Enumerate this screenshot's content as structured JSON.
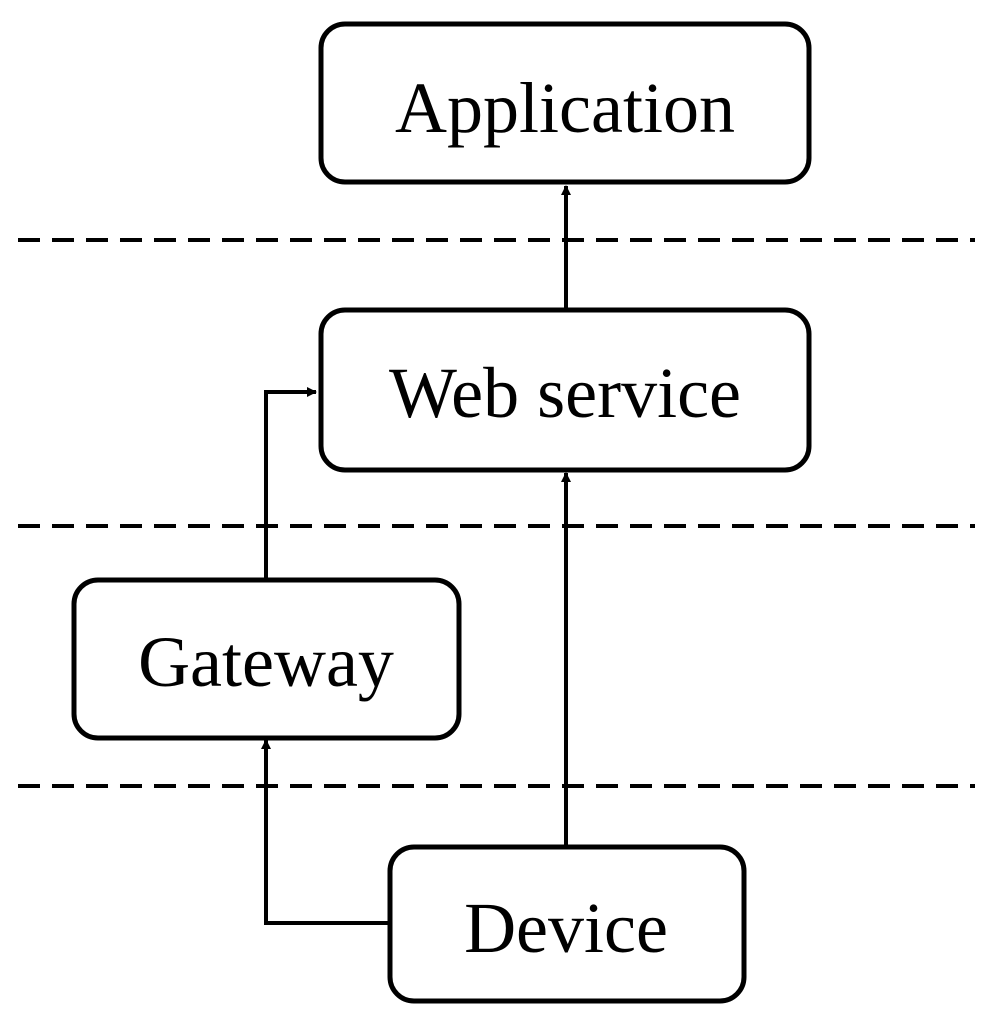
{
  "diagram": {
    "nodes": {
      "application": {
        "label": "Application"
      },
      "web_service": {
        "label": "Web service"
      },
      "gateway": {
        "label": "Gateway"
      },
      "device": {
        "label": "Device"
      }
    },
    "edges": [
      {
        "from": "web_service",
        "to": "application"
      },
      {
        "from": "gateway",
        "to": "web_service"
      },
      {
        "from": "device",
        "to": "web_service"
      },
      {
        "from": "device",
        "to": "gateway"
      }
    ],
    "layer_dividers": 3,
    "colors": {
      "stroke": "#000000",
      "background": "#ffffff"
    }
  }
}
